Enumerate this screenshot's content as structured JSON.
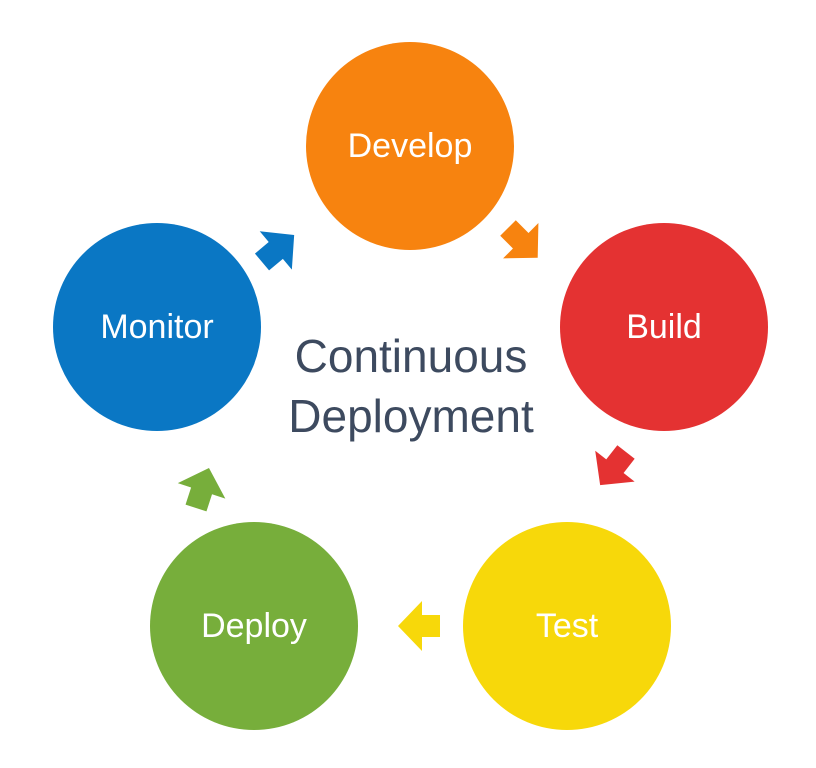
{
  "title": {
    "line1": "Continuous",
    "line2": "Deployment",
    "color": "#3d4a5f"
  },
  "stages": [
    {
      "label": "Develop",
      "color": "#f7830f"
    },
    {
      "label": "Build",
      "color": "#e43232"
    },
    {
      "label": "Test",
      "color": "#f7d80a"
    },
    {
      "label": "Deploy",
      "color": "#77ae3b"
    },
    {
      "label": "Monitor",
      "color": "#0a77c4"
    }
  ],
  "arrows": [
    {
      "from": "Develop",
      "to": "Build",
      "color": "#f7830f",
      "icon": "arrow-icon"
    },
    {
      "from": "Build",
      "to": "Test",
      "color": "#e43232",
      "icon": "arrow-icon"
    },
    {
      "from": "Test",
      "to": "Deploy",
      "color": "#f7d80a",
      "icon": "arrow-icon"
    },
    {
      "from": "Deploy",
      "to": "Monitor",
      "color": "#77ae3b",
      "icon": "arrow-icon"
    },
    {
      "from": "Monitor",
      "to": "Develop",
      "color": "#0a77c4",
      "icon": "arrow-icon"
    }
  ]
}
